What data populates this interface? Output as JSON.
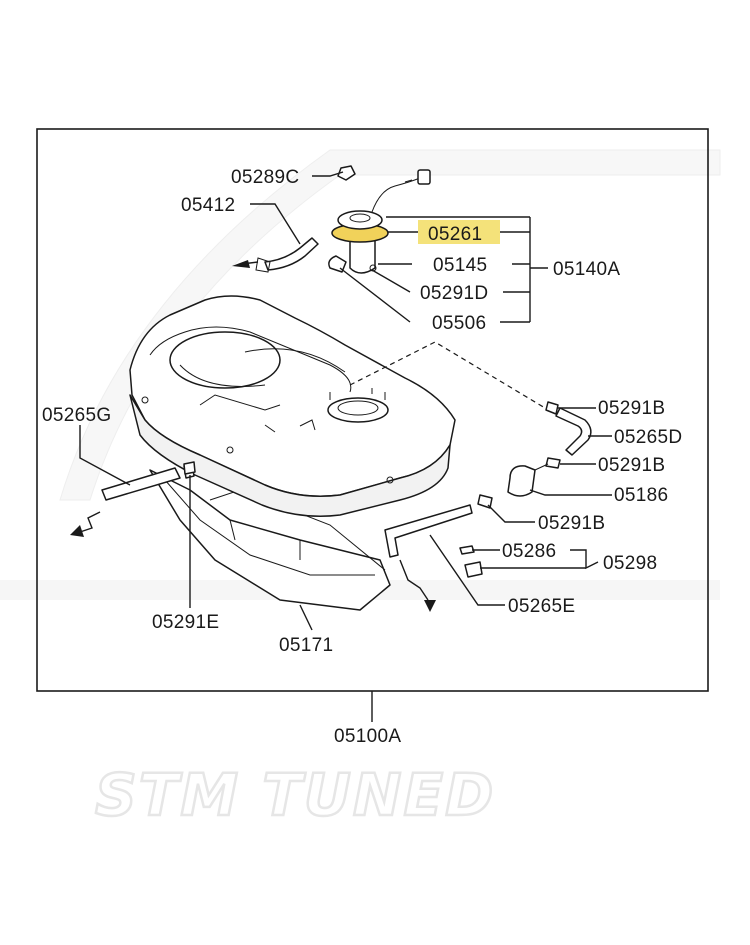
{
  "diagram": {
    "highlight_color": "#f4e27a",
    "ring_color": "#f1d25a",
    "labels": {
      "l05289C": "05289C",
      "l05412": "05412",
      "l05261": "05261",
      "l05145": "05145",
      "l05140A": "05140A",
      "l05291D": "05291D",
      "l05506": "05506",
      "l05265G": "05265G",
      "l05291B_1": "05291B",
      "l05265D": "05265D",
      "l05291B_2": "05291B",
      "l05186": "05186",
      "l05291B_3": "05291B",
      "l05286": "05286",
      "l05298": "05298",
      "l05265E": "05265E",
      "l05291E": "05291E",
      "l05171": "05171",
      "l05100A": "05100A"
    },
    "watermark": "STM TUNED"
  }
}
